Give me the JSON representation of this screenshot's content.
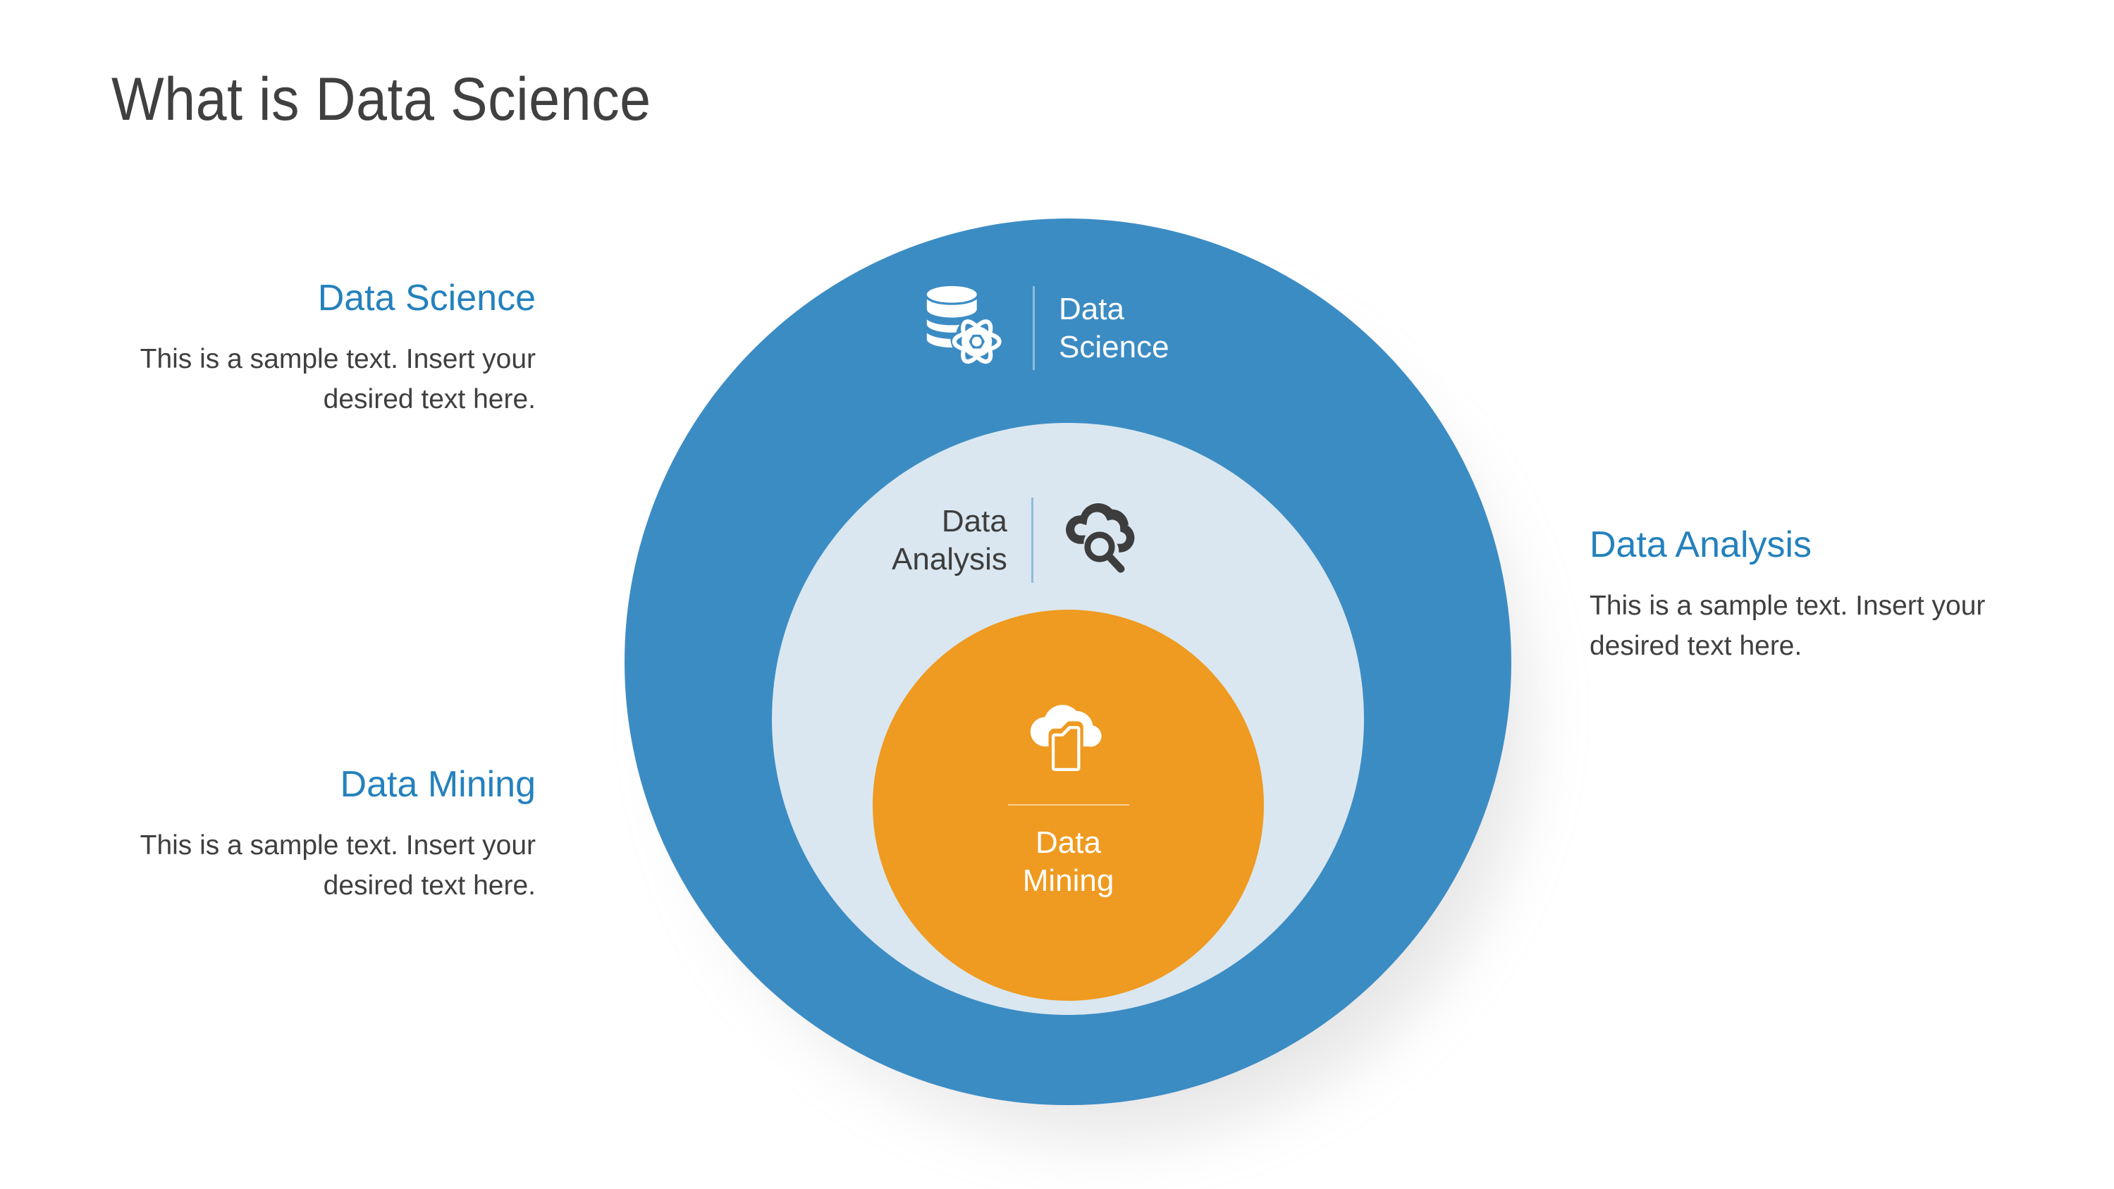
{
  "slide": {
    "title": "What is Data Science",
    "background_color": "#ffffff"
  },
  "colors": {
    "accent_blue": "#2481bd",
    "ring_outer": "#3c8cc4",
    "ring_middle": "#dae7f0",
    "ring_inner": "#ef9a20",
    "body_text": "#3f3f3f",
    "title_text": "#404040",
    "ring_text_light": "#ffffff",
    "ring_text_dark": "#3d3d3d",
    "divider_blue": "#8cbdde"
  },
  "side_blocks": [
    {
      "id": "data-science",
      "heading": "Data Science",
      "body": "This is a sample text. Insert your desired text here.",
      "align": "right"
    },
    {
      "id": "data-mining",
      "heading": "Data Mining",
      "body": "This is a sample text. Insert your desired text here.",
      "align": "right"
    },
    {
      "id": "data-analysis",
      "heading": "Data Analysis",
      "body": "This is a sample text. Insert your desired text here.",
      "align": "left"
    }
  ],
  "diagram": {
    "type": "concentric-circles",
    "rings": [
      {
        "id": "outer",
        "label": "Data\nScience",
        "icon": "database-atom-icon",
        "fill": "#3c8cc4",
        "label_color": "#ffffff",
        "icon_color": "#ffffff",
        "icon_side": "left",
        "divider": "vertical"
      },
      {
        "id": "middle",
        "label": "Data\nAnalysis",
        "icon": "cloud-search-icon",
        "fill": "#dae7f0",
        "label_color": "#3d3d3d",
        "icon_color": "#3d3d3d",
        "icon_side": "right",
        "divider": "vertical"
      },
      {
        "id": "inner",
        "label": "Data\nMining",
        "icon": "cloud-document-icon",
        "fill": "#ef9a20",
        "label_color": "#ffffff",
        "icon_color": "#ffffff",
        "icon_side": "top",
        "divider": "horizontal"
      }
    ]
  }
}
